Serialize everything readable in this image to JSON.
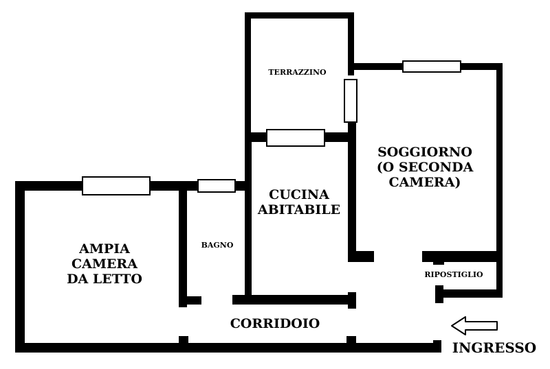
{
  "colors": {
    "wall": "#000000",
    "window": "#ffffff",
    "background": "#ffffff"
  },
  "rooms": {
    "terrazzino": "TERRAZZINO",
    "soggiorno": [
      "SOGGIORNO",
      "(O SECONDA",
      "CAMERA)"
    ],
    "cucina": [
      "CUCINA",
      "ABITABILE"
    ],
    "bagno": "BAGNO",
    "camera": [
      "AMPIA",
      "CAMERA",
      "DA LETTO"
    ],
    "ripostiglio": "RIPOSTIGLIO",
    "corridoio": "CORRIDOIO"
  },
  "entrance": {
    "label": "INGRESSO",
    "icon": "arrow-left-icon"
  }
}
